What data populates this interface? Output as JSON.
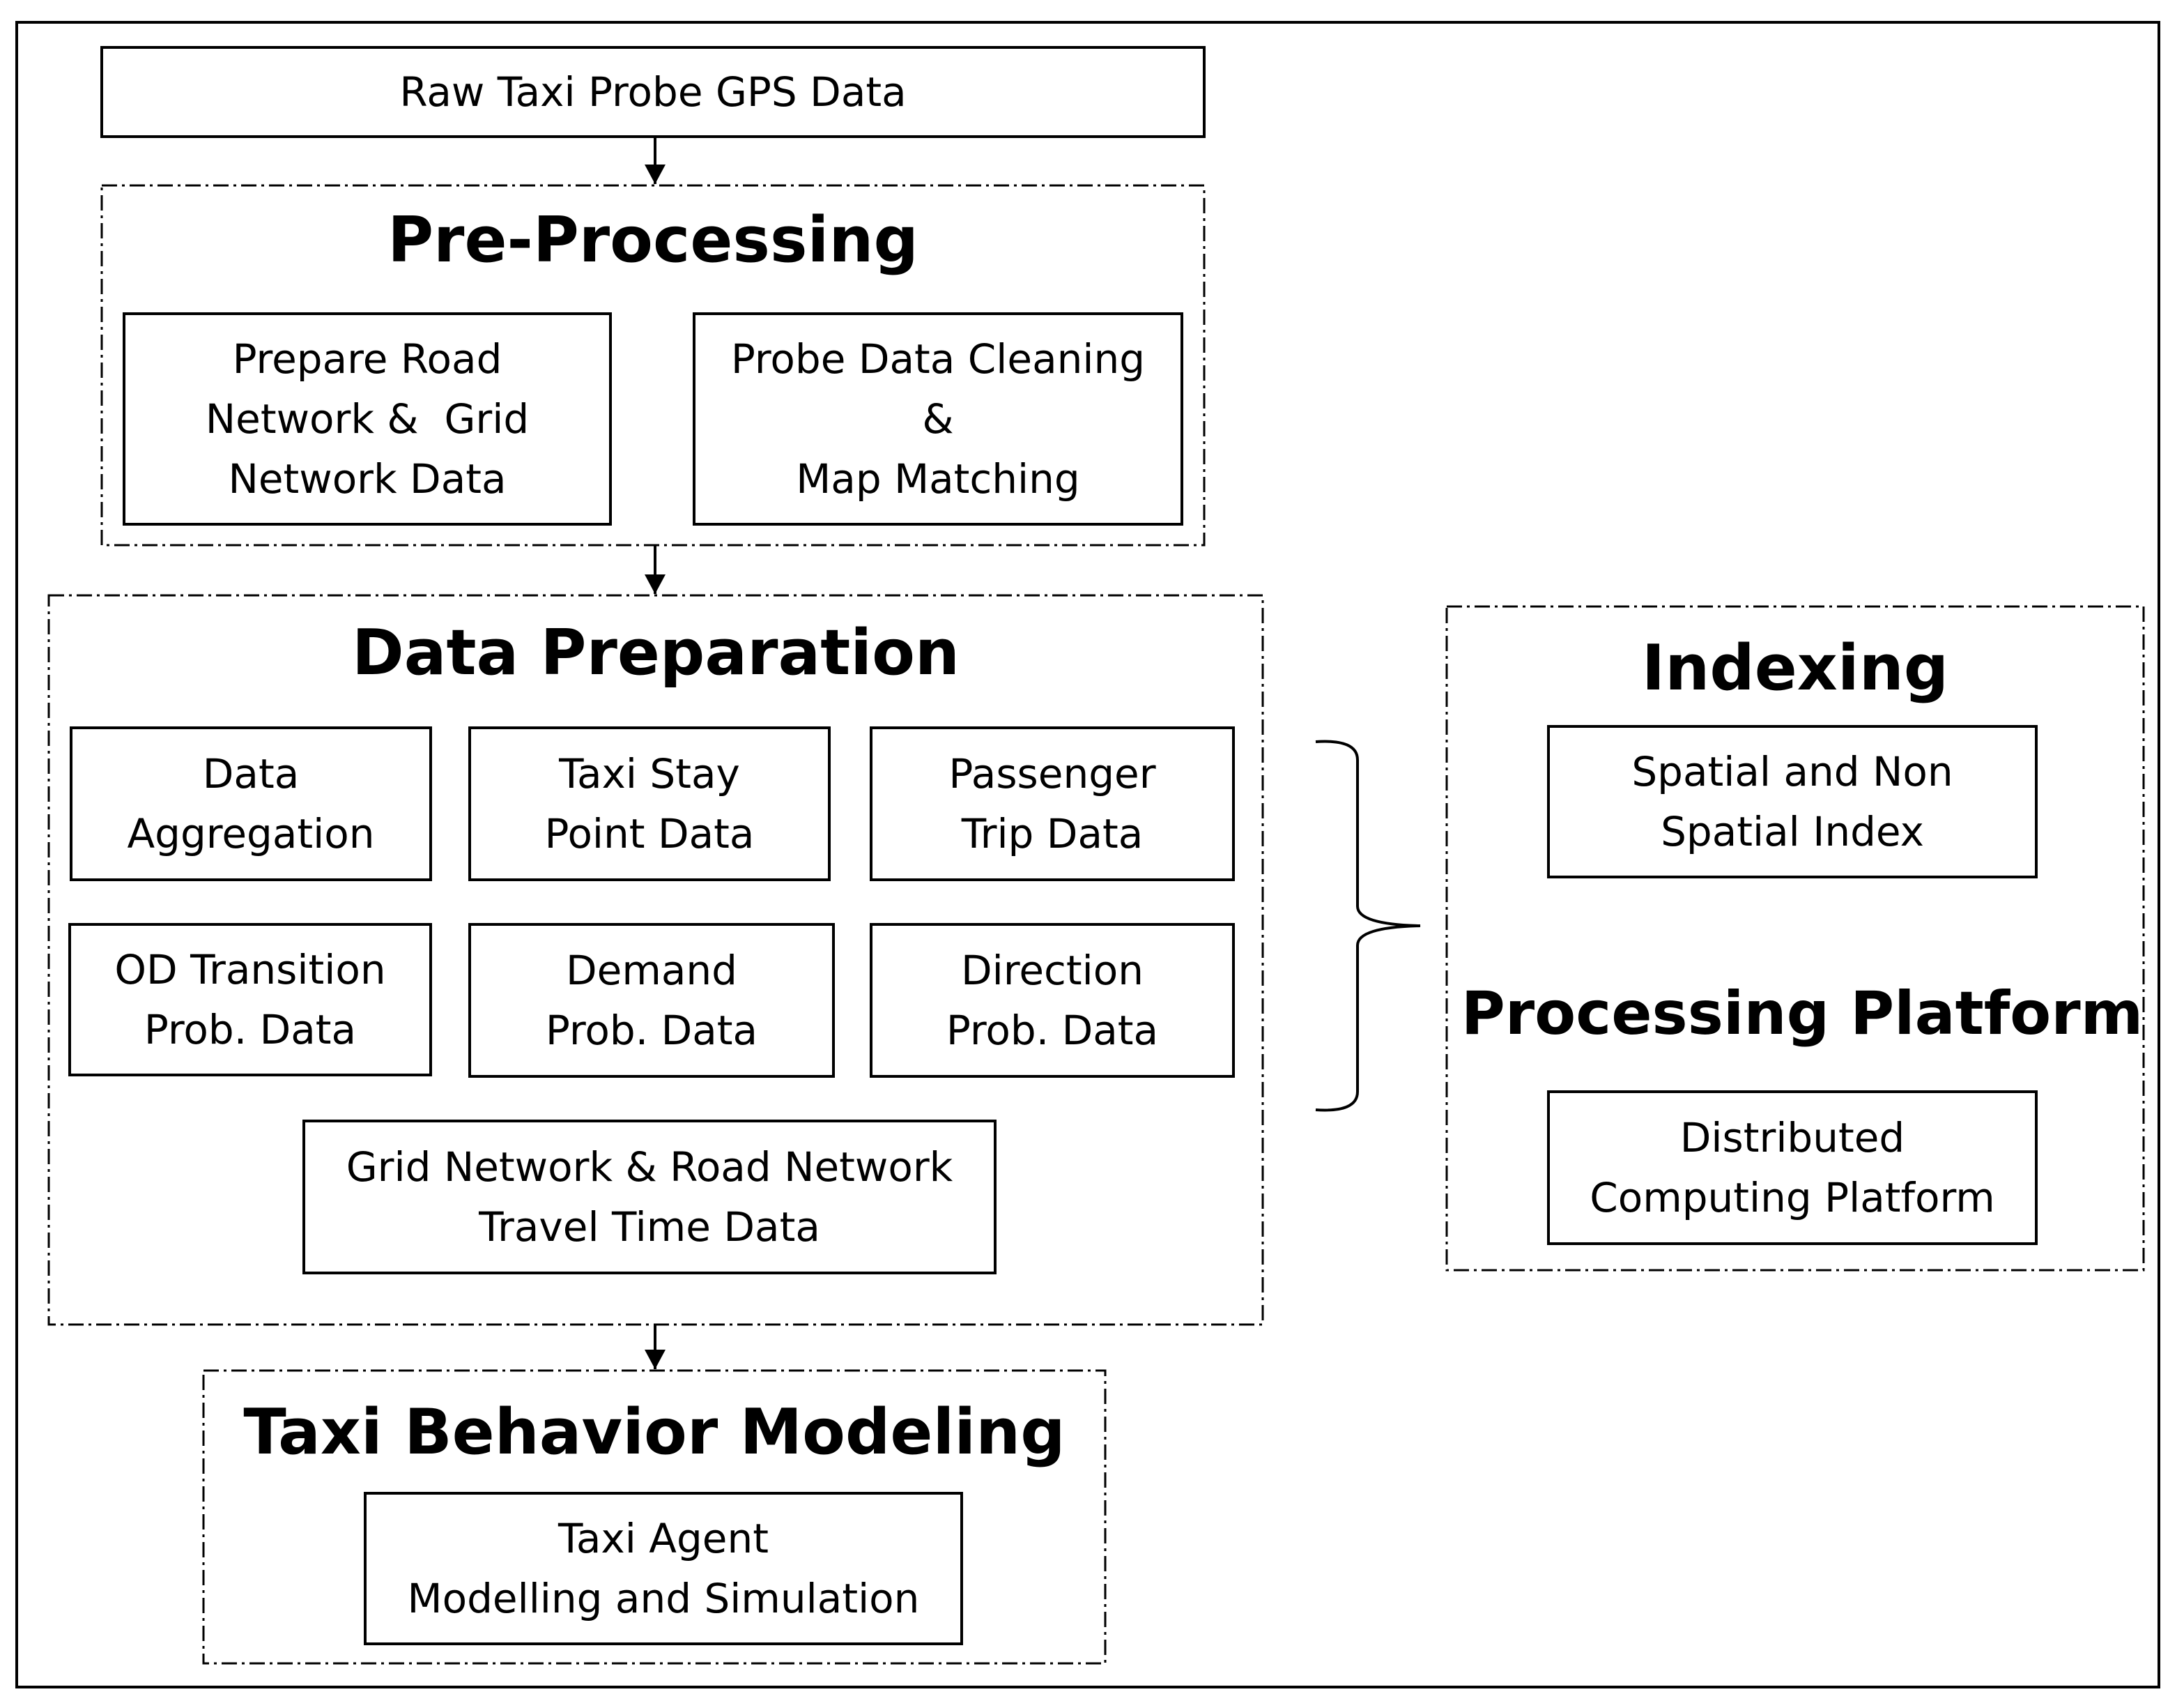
{
  "raw_data": "Raw Taxi Probe GPS Data",
  "preprocessing": {
    "title": "Pre-Processing",
    "left": [
      "Prepare Road",
      "Network &  Grid",
      "Network Data"
    ],
    "right": [
      "Probe Data Cleaning",
      "&",
      "Map Matching"
    ]
  },
  "data_preparation": {
    "title": "Data Preparation",
    "aggregation": [
      "Data",
      "Aggregation"
    ],
    "stay_point": [
      "Taxi Stay",
      "Point Data"
    ],
    "passenger_trip": [
      "Passenger",
      "Trip Data"
    ],
    "od_transition": [
      "OD Transition",
      "Prob. Data"
    ],
    "demand": [
      "Demand",
      "Prob. Data"
    ],
    "direction": [
      "Direction",
      "Prob. Data"
    ],
    "travel_time": [
      "Grid Network & Road Network",
      "Travel Time Data"
    ]
  },
  "indexing": {
    "title": "Indexing",
    "index": [
      "Spatial and Non",
      "Spatial Index"
    ]
  },
  "processing_platform": {
    "title": "Processing Platform",
    "platform": [
      "Distributed",
      "Computing Platform"
    ]
  },
  "behavior_modeling": {
    "title": "Taxi Behavior Modeling",
    "agent": [
      "Taxi Agent",
      "Modelling and Simulation"
    ]
  }
}
